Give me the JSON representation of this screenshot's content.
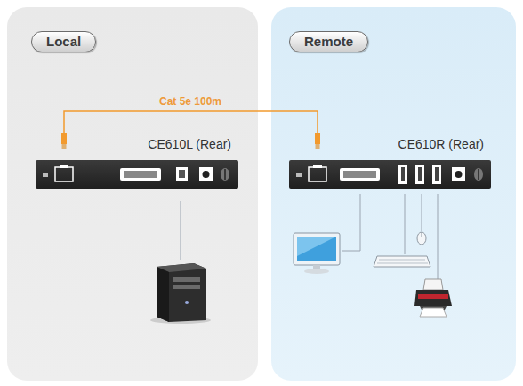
{
  "diagram": {
    "nodes": [
      {
        "text": [
          "Local"
        ]
      },
      {
        "text": [
          "Remote"
        ]
      },
      {
        "text": [
          "CE610L (Rear)"
        ],
        "in": 0
      },
      {
        "text": [
          "CE610R (Rear)"
        ],
        "in": 1
      }
    ],
    "edges": [
      {
        "from": 2,
        "to": 3,
        "arrow": "none",
        "label": "Cat 5e 100m"
      }
    ]
  }
}
